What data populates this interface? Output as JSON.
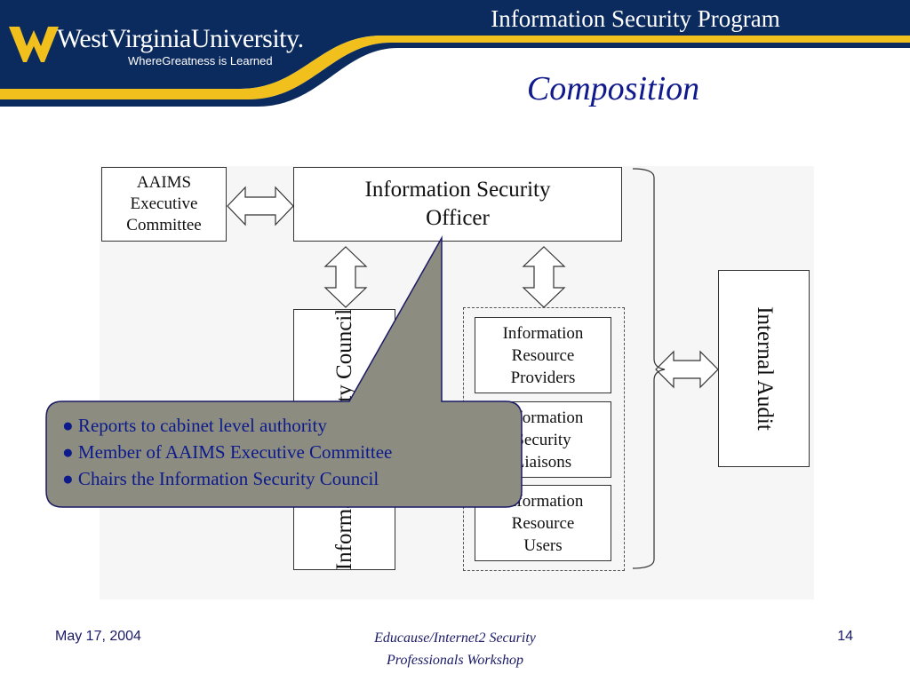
{
  "header": {
    "program_title": "Information Security Program",
    "logo_text": "WestVirginiaUniversity.",
    "tagline": "WhereGreatness is Learned",
    "colors": {
      "navy": "#0b2a5e",
      "gold": "#f2c01c",
      "white": "#ffffff"
    },
    "logo_icon": "wv-flying-wv-icon"
  },
  "slide": {
    "title": "Composition"
  },
  "diagram": {
    "aaims": "AAIMS\nExecutive\nCommittee",
    "iso": "Information Security\nOfficer",
    "council": "Information Security Council",
    "irp": "Information\nResource\nProviders",
    "isl": "Information\nSecurity\nLiaisons",
    "iru": "Information\nResource\nUsers",
    "audit": "Internal Audit"
  },
  "callout": {
    "bullets": [
      "● Reports to cabinet level authority",
      "● Member of AAIMS  Executive Committee",
      "● Chairs the Information Security Council"
    ],
    "colors": {
      "fill": "#8c8c80",
      "border": "#1a1a66",
      "text": "#0c1a8c"
    }
  },
  "footer": {
    "date": "May 17, 2004",
    "event_line1": "Educause/Internet2 Security",
    "event_line2": "Professionals Workshop",
    "page": "14"
  }
}
